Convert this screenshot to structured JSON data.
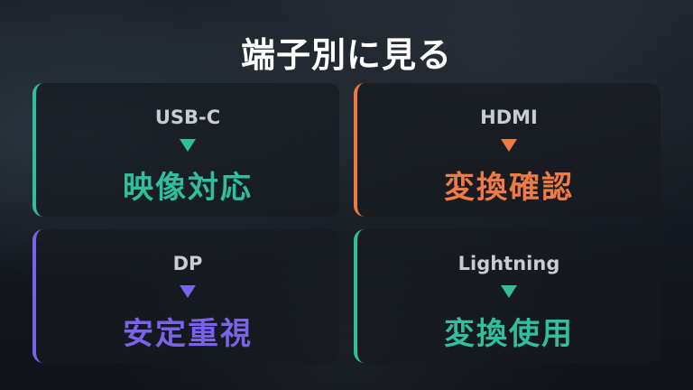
{
  "title": "端子別に見る",
  "cards": [
    {
      "label": "USB-C",
      "value": "映像対応",
      "color": "#2fbf9a"
    },
    {
      "label": "HDMI",
      "value": "変換確認",
      "color": "#f07a45"
    },
    {
      "label": "DP",
      "value": "安定重視",
      "color": "#7b63e8"
    },
    {
      "label": "Lightning",
      "value": "変換使用",
      "color": "#2fbf9a"
    }
  ]
}
